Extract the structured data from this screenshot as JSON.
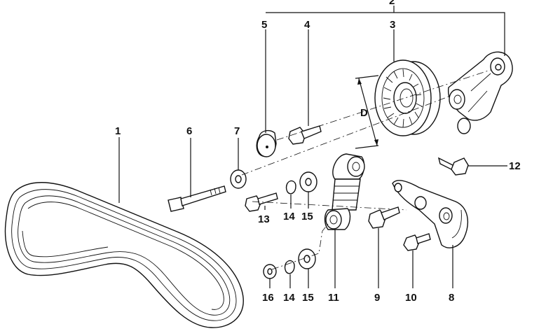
{
  "callouts": {
    "c1": "1",
    "c2": "2",
    "c3": "3",
    "c4": "4",
    "c5": "5",
    "c6": "6",
    "c7": "7",
    "c8": "8",
    "c9": "9",
    "c10": "10",
    "c11": "11",
    "c12": "12",
    "c13": "13",
    "c14a": "14",
    "c14b": "14",
    "c15a": "15",
    "c15b": "15",
    "c16": "16"
  },
  "dimension_label": "D"
}
